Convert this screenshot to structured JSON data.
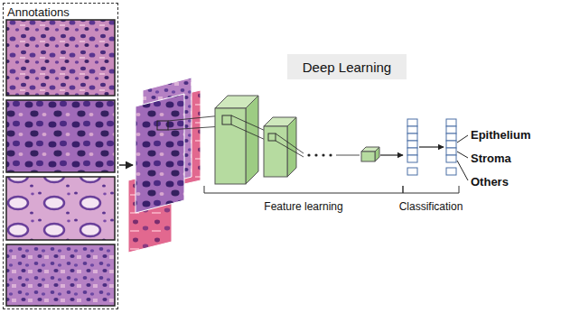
{
  "diagram": {
    "nodes": [
      {
        "text": [
          "Annotations"
        ]
      },
      {
        "text": [
          "Deep Learning"
        ]
      }
    ],
    "labels": [
      "Epithelium",
      "Stroma",
      "Others",
      "Feature learning",
      "Classification"
    ]
  }
}
